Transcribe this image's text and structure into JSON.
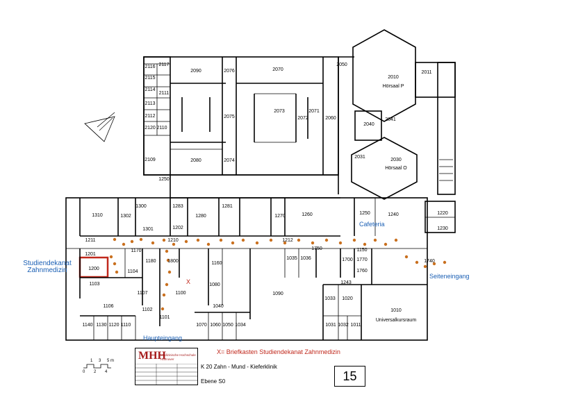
{
  "map": {
    "labels": {
      "dean_office": "Studiendekanat Zahnmedizin",
      "main_entrance": "Haupteingang",
      "side_entrance": "Seiteneingang",
      "cafeteria": "Cafeteria",
      "mailbox_marker": "X",
      "mailbox_legend": "X= Briefkasten Studiendekanat Zahnmedizin",
      "building": "K 20  Zahn - Mund - Kieferklinik",
      "level": "Ebene  S0",
      "page_number": "15"
    },
    "logo": {
      "mark": "MHH",
      "institution": "Medizinische Hochschule Hannover"
    },
    "scale_bar": {
      "ticks_top": [
        "1",
        "3",
        "5 m"
      ],
      "ticks_bottom": [
        "0",
        "2",
        "4"
      ]
    },
    "rooms": {
      "r2117": "2117",
      "r2116": "2116",
      "r2115": "2115",
      "r2111": "2111",
      "r2114": "2114",
      "r2113": "2113",
      "r2112": "2112",
      "r2120": "2120",
      "r2110": "2110",
      "r2109": "2109",
      "r2090": "2090",
      "r2076": "2076",
      "r2070": "2070",
      "r2050": "2050",
      "r2075": "2075",
      "r2073": "2073",
      "r2072": "2072",
      "r2071": "2071",
      "r2060": "2060",
      "r2080": "2080",
      "r2074": "2074",
      "r2010": "2010",
      "r2010b": "Hörsaal P",
      "r2011": "2011",
      "r2040": "2040",
      "r2041": "2041",
      "r2030": "2030",
      "r2030b": "Hörsaal O",
      "r2031": "2031",
      "r1250a": "1250",
      "r1310": "1310",
      "r1300": "1300",
      "r1302": "1302",
      "r1301": "1301",
      "r1283": "1283",
      "r1280": "1280",
      "r1281": "1281",
      "r1270": "1270",
      "r1260": "1260",
      "r1250": "1250",
      "r1240": "1240",
      "r1220": "1220",
      "r1230": "1230",
      "r1202": "1202",
      "r1211": "1211",
      "r1210": "1210",
      "r1212": "1212",
      "r1201": "1201",
      "r1200": "1200",
      "r1103": "1103",
      "r1104": "1104",
      "r1170": "1170",
      "r1180": "1180",
      "r1160": "1160",
      "r1800": "1800",
      "r1100": "1100",
      "r1107": "1107",
      "r1106": "1106",
      "r1102": "1102",
      "r1101": "1101",
      "r1080": "1080",
      "r1090": "1090",
      "r1040": "1040",
      "r1035": "1035",
      "r1036": "1036",
      "r1750": "1750",
      "r1700": "1700",
      "r1150": "1150",
      "r1770": "1770",
      "r1760": "1760",
      "r1243": "1243",
      "r1740": "1740",
      "r1033": "1033",
      "r1020": "1020",
      "r1010": "1010",
      "r1010b": "Universalkursraum",
      "r1140": "1140",
      "r1130": "1130",
      "r1120": "1120",
      "r1110": "1110",
      "r1070": "1070",
      "r1060": "1060",
      "r1050": "1050",
      "r1034": "1034",
      "r1031": "1031",
      "r1032": "1032",
      "r1011": "1011"
    }
  }
}
